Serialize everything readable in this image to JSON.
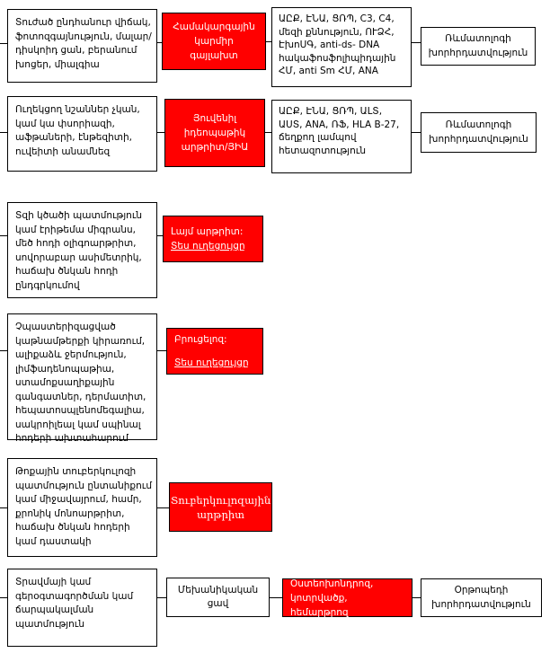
{
  "colors": {
    "diagnosis_bg": "#ff0000",
    "diagnosis_text": "#ffffff",
    "box_border": "#000000",
    "background": "#ffffff"
  },
  "rows": [
    {
      "symptoms": "Տուժած ընդհանուր վիճակ, ֆոտոզգայնություն, մալար/դիսկոիդ ցան, բերանում խոցեր, միալգիա",
      "diagnosis": "Համակարգային կարմիր գայլախտ",
      "tests": "ԱԸՔ, ԷՆԱ, ՑՌՊ, C3, C4, մեզի քննություն, ՈՒՁՀ, ԷխոՍԳ, anti-ds- DNA հակաֆոսֆոլիպիդային ՀՄ, anti Sm ՀՄ, ANA",
      "referral": "Ռևմատոլոգի խորհրդատվություն"
    },
    {
      "symptoms": "Ուղեկցող նշաններ չկան, կամ կա փսորիազի, աֆթաների, էնթեզիտի, ուվեիտի անամնեզ",
      "diagnosis": "Յուվենիլ իդեոպաթիկ արթրիտ/ՅԻԱ",
      "tests": "ԱԸՔ, ԷՆԱ, ՑՌՊ, ԱԼՏ, ԱՍՏ, ANA, ՌՖ, HLA B-27, ճեղքող լամպով հետազոտություն",
      "referral": "Ռևմատոլոգի խորհրդատվություն"
    },
    {
      "symptoms": "Տզի կծածի պատմություն կամ էրիթեմա միգրանս, մեծ հոդի օլիգոարթրիտ, սովորաբար ասիմետրիկ, հաճախ ծնկան հոդի ընդգրկումով",
      "diagnosis": "Լայմ արթրիտ:",
      "guideline_link": "Տես ուղեցույցը"
    },
    {
      "symptoms": "Չպաստերիզացված կաթնամթերքի կիրառում, ալիքաձև ջերմություն, լիմֆադենոպաթիա, ստամոքսաղիքային գանգատներ, դերմատիտ, հեպատոսպլենոմեգալիա, սակրոիլեալ կամ սպինալ հոդերի ախտահարում",
      "diagnosis": "Բրուցելոզ:",
      "guideline_link": "Տես ուղեցույցը"
    },
    {
      "symptoms": "Թոքային տուբերկուլոզի պատմություն ընտանիքում կամ միջավայրում, համր, քրոնիկ մոնոարթրիտ, հաճախ ծնկան հոդերի կամ դաստակի",
      "diagnosis": "Տուբերկուլոզային արթրիտ"
    },
    {
      "symptoms": "Տրավմայի կամ գերօգտագործման կամ ճարպակալման պատմություն",
      "intermediate": "Մեխանիկական ցավ",
      "diagnosis": "Օստեոխոնդրոզ, կոտրվածք, հեմարթրոզ",
      "referral": "Օրթոպեդի խորհրդատվություն"
    }
  ]
}
